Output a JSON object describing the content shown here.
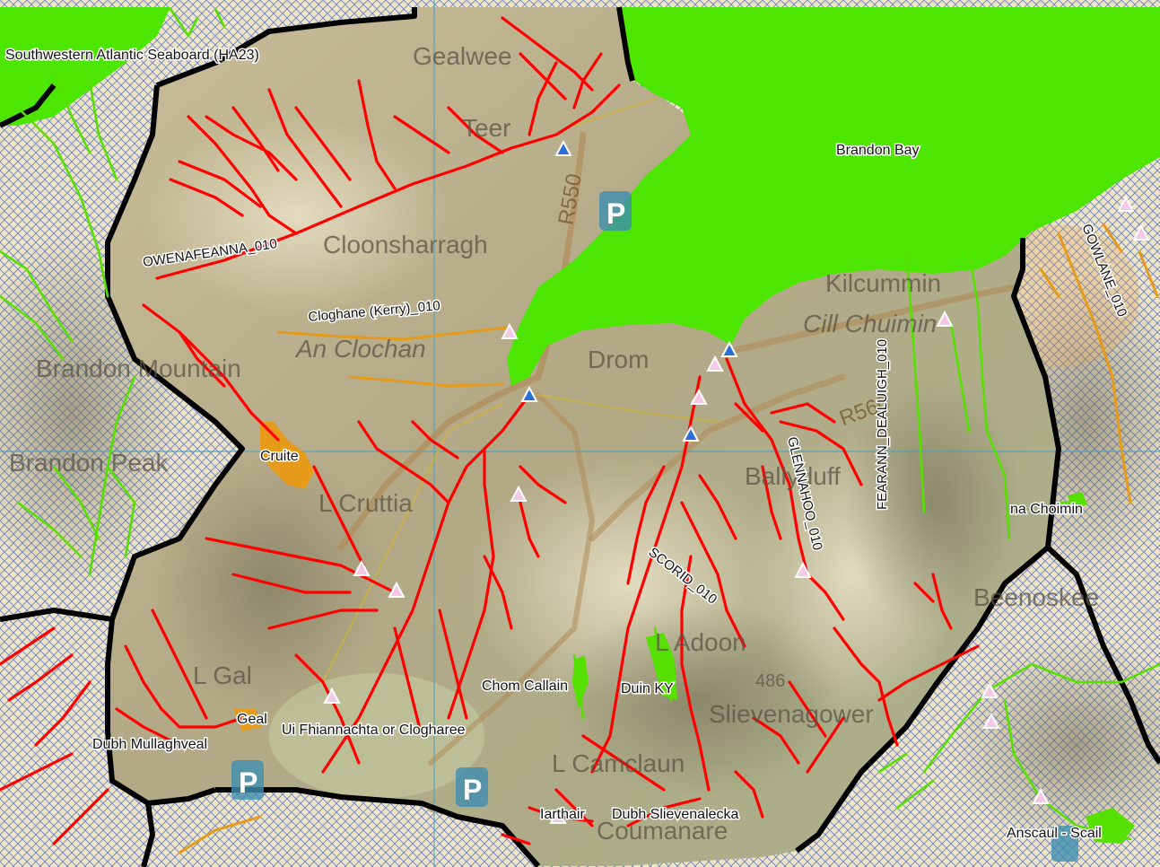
{
  "map": {
    "colors": {
      "sea": "#4de600",
      "catchment_fill": "#b9ae8a",
      "outside_hatch": "#3a5fd0",
      "outside_fill": "#efe4c4",
      "river_main": "#ff0000",
      "river_neighbor": "#55e000",
      "river_other": "#e59a1a",
      "border": "#000000"
    },
    "labels": {
      "area_name": "Southwestern Atlantic Seaboard (HA23)",
      "bay": "Brandon Bay",
      "owenafeanna": "OWENAFEANNA_010",
      "cloghane": "Cloghane (Kerry)_010",
      "fearann": "FEARANN_DEALUIGH_010",
      "gowlane": "GOWLANE_010",
      "glennahoo": "GLENNAHOO_010",
      "scorid": "SCORID_010",
      "cruite": "Cruite",
      "na_choimin": "na Choimin",
      "chom_callain": "Chom Callain",
      "duin_ky": "Duin KY",
      "geal": "Geal",
      "ui_fhiannachta": "Ui Fhiannachta or Clogharee",
      "dubh_mullaghveal": "Dubh Mullaghveal",
      "iarthair": "Iarthair",
      "dubh_slievenalecka": "Dubh Slievenalecka",
      "anscaul": "Anscaul - Scail"
    },
    "base_labels": {
      "teer": "Teer",
      "cloonsharragh": "Cloonsharragh",
      "an_clochan": "An Clochan",
      "drom": "Drom",
      "cil_chuimin": "Cill Chuimin",
      "kilcummin": "Kilcummin",
      "ballyduff": "Ballyduff",
      "brandon_mountain": "Brandon Mountain",
      "brandon_peak": "Brandon Peak",
      "l_cruttia": "L Cruttia",
      "l_gal": "L Gal",
      "l_adoon": "L Adoon",
      "l_camclaun": "L Camclaun",
      "coumanare": "Coumanare",
      "slievenagower": "Slievenagower",
      "beenoskee": "Beenoskee",
      "r550": "R550",
      "r560": "R560",
      "height_486": "486",
      "gealwee": "Gealwee"
    }
  }
}
